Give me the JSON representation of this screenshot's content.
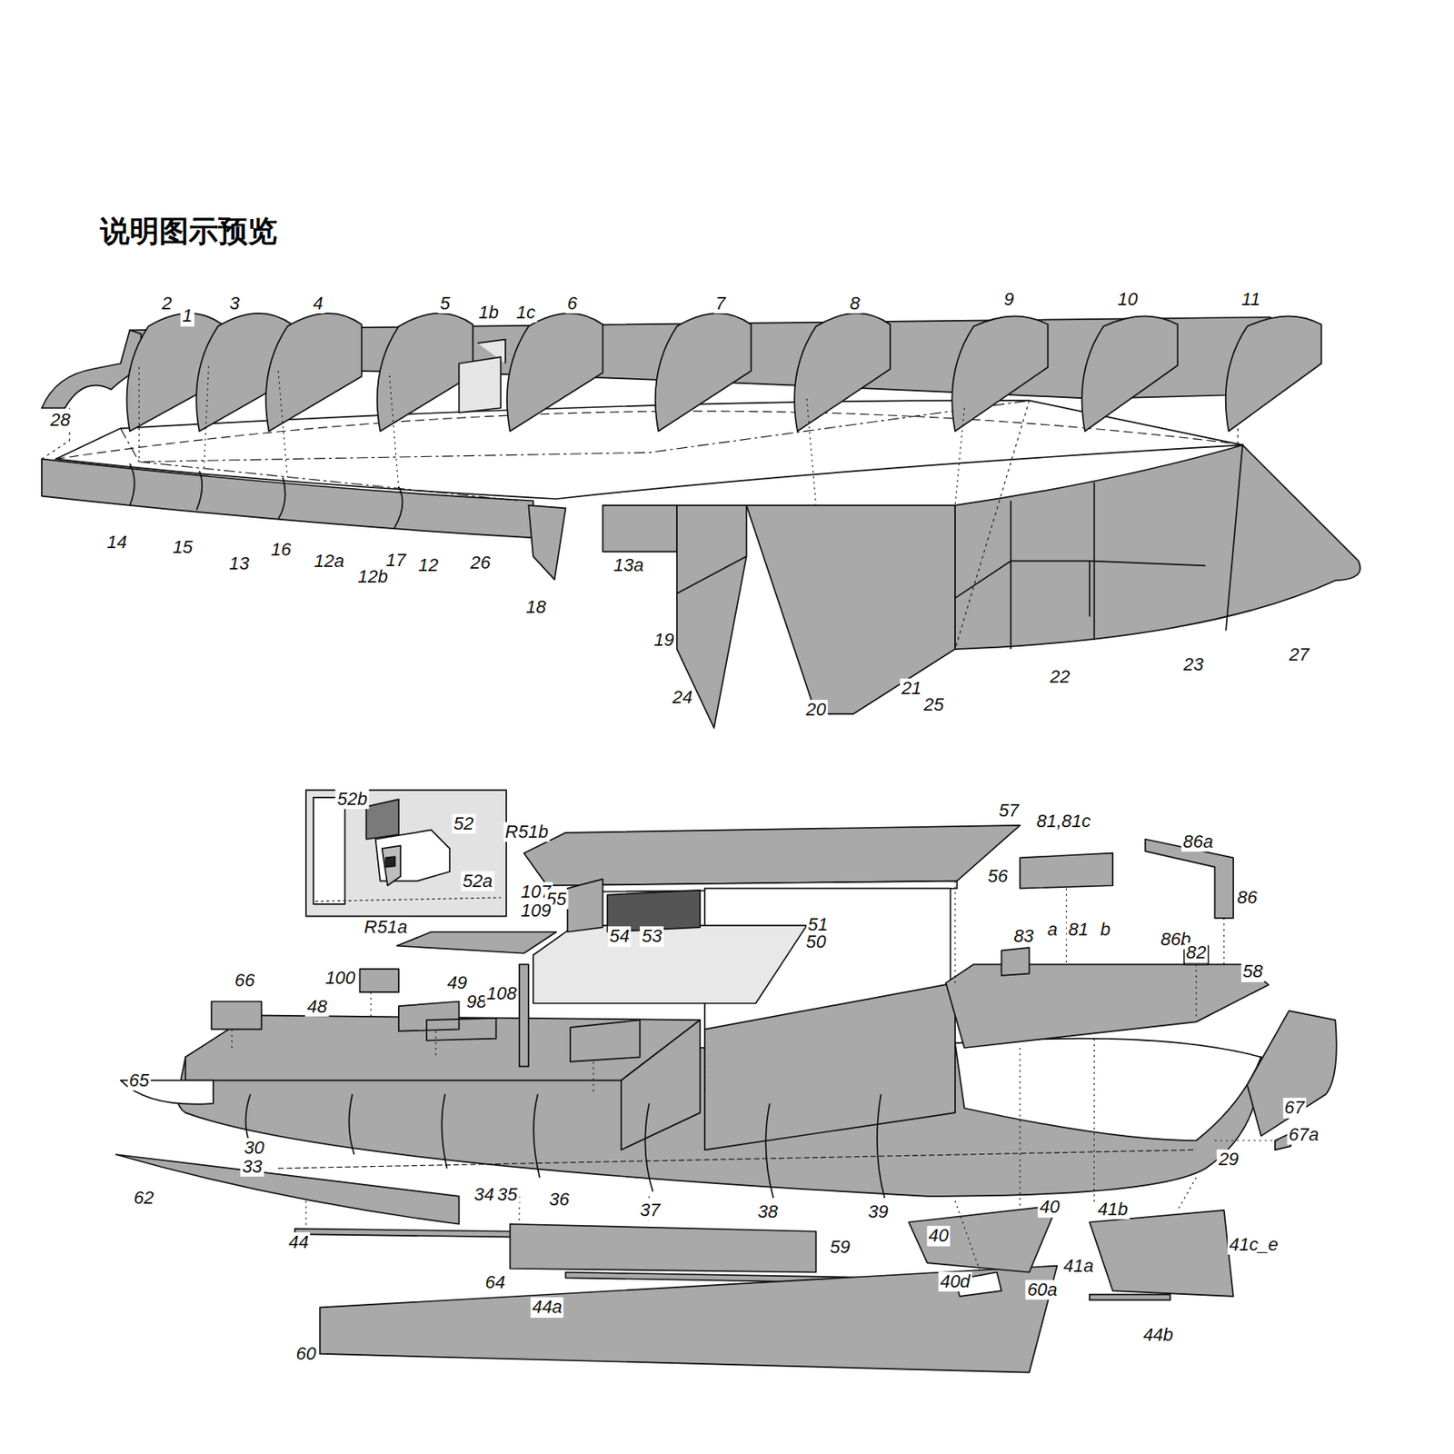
{
  "diagram": {
    "title": "说明图示预览",
    "labels": [
      "2",
      "1",
      "3",
      "4",
      "5",
      "1b",
      "1c",
      "6",
      "7",
      "8",
      "9",
      "10",
      "11",
      "28",
      "14",
      "15",
      "13",
      "16",
      "12a",
      "12b",
      "17",
      "12",
      "26",
      "18",
      "13a",
      "19",
      "24",
      "20",
      "21",
      "25",
      "22",
      "23",
      "27",
      "52b",
      "52",
      "52a",
      "R51b",
      "57",
      "81,81c",
      "86a",
      "86",
      "107",
      "55",
      "109",
      "56",
      "R51a",
      "54",
      "53",
      "51",
      "50",
      "a",
      "81",
      "b",
      "86b",
      "82",
      "83",
      "58",
      "100",
      "66",
      "49",
      "98",
      "108",
      "48",
      "65",
      "67",
      "67a",
      "30",
      "33",
      "29",
      "62",
      "34",
      "35",
      "36",
      "37",
      "38",
      "39",
      "40",
      "40",
      "41b",
      "44",
      "59",
      "41a",
      "41c_e",
      "64",
      "40d",
      "60a",
      "44a",
      "44b",
      "60"
    ]
  }
}
